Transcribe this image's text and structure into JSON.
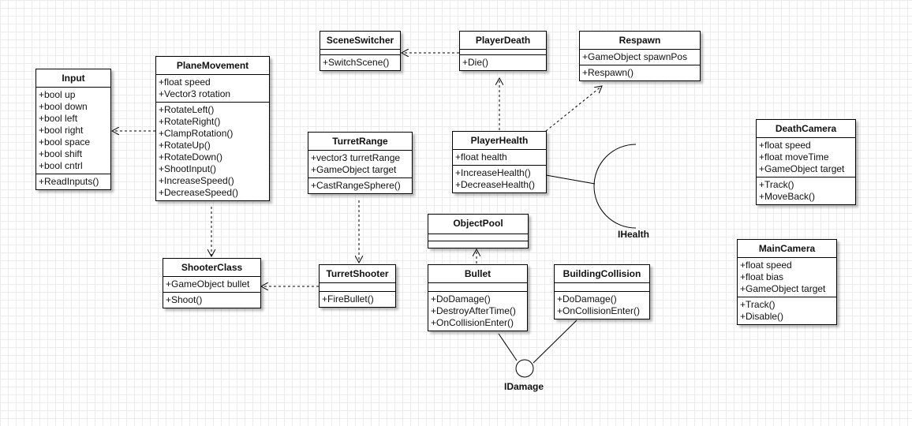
{
  "classes": [
    {
      "name": "Input",
      "attributes": [
        "+bool up",
        "+bool down",
        "+bool left",
        "+bool right",
        "+bool space",
        "+bool shift",
        "+bool cntrl"
      ],
      "methods": [
        "+ReadInputs()"
      ]
    },
    {
      "name": "PlaneMovement",
      "attributes": [
        "+float speed",
        "+Vector3 rotation"
      ],
      "methods": [
        "+RotateLeft()",
        "+RotateRight()",
        "+ClampRotation()",
        "+RotateUp()",
        "+RotateDown()",
        "+ShootInput()",
        "+IncreaseSpeed()",
        "+DecreaseSpeed()"
      ]
    },
    {
      "name": "SceneSwitcher",
      "attributes": [],
      "methods": [
        "+SwitchScene()"
      ]
    },
    {
      "name": "PlayerDeath",
      "attributes": [],
      "methods": [
        "+Die()"
      ]
    },
    {
      "name": "Respawn",
      "attributes": [
        "+GameObject spawnPos"
      ],
      "methods": [
        "+Respawn()"
      ]
    },
    {
      "name": "TurretRange",
      "attributes": [
        "+vector3 turretRange",
        "+GameObject target"
      ],
      "methods": [
        "+CastRangeSphere()"
      ]
    },
    {
      "name": "PlayerHealth",
      "attributes": [
        "+float health"
      ],
      "methods": [
        "+IncreaseHealth()",
        "+DecreaseHealth()"
      ]
    },
    {
      "name": "DeathCamera",
      "attributes": [
        "+float speed",
        "+float moveTime",
        "+GameObject target"
      ],
      "methods": [
        "+Track()",
        "+MoveBack()"
      ]
    },
    {
      "name": "ObjectPool",
      "attributes": [],
      "methods": []
    },
    {
      "name": "ShooterClass",
      "attributes": [
        "+GameObject bullet"
      ],
      "methods": [
        "+Shoot()"
      ]
    },
    {
      "name": "TurretShooter",
      "attributes": [],
      "methods": [
        "+FireBullet()"
      ]
    },
    {
      "name": "Bullet",
      "attributes": [],
      "methods": [
        "+DoDamage()",
        "+DestroyAfterTime()",
        "+OnCollisionEnter()"
      ]
    },
    {
      "name": "BuildingCollision",
      "attributes": [],
      "methods": [
        "+DoDamage()",
        "+OnCollisionEnter()"
      ]
    },
    {
      "name": "MainCamera",
      "attributes": [
        "+float speed",
        "+float bias",
        "+GameObject target"
      ],
      "methods": [
        "+Track()",
        "+Disable()"
      ]
    }
  ],
  "interfaces": {
    "health": "IHealth",
    "damage": "IDamage"
  },
  "colors": {
    "background": "#ffffff",
    "grid": "#ececec",
    "line": "#000000"
  }
}
